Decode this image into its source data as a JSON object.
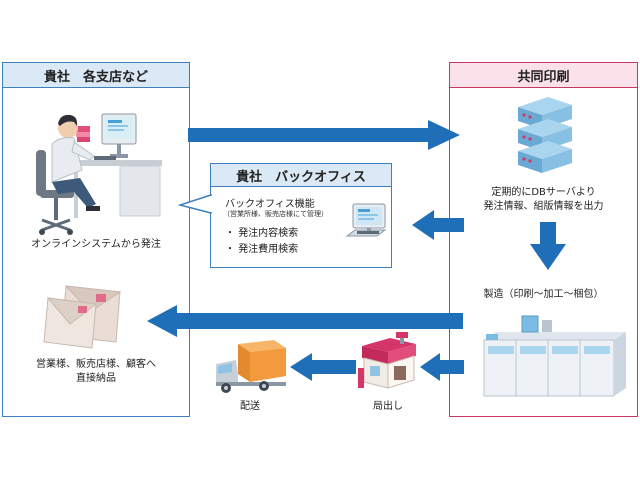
{
  "left_panel": {
    "title": "貴社　各支店など"
  },
  "right_panel": {
    "title": "共同印刷"
  },
  "back_office": {
    "title": "貴社　バックオフィス",
    "function_title": "バックオフィス機能",
    "function_note": "（営業所様、販売店様にて管理）",
    "bullets": [
      "発注内容検索",
      "発注費用検索"
    ]
  },
  "labels": {
    "online_order": "オンラインシステムから発注",
    "delivery_to": [
      "営業様、販売店様、顧客へ",
      "直接納品"
    ],
    "db_output": [
      "定期的にDBサーバより",
      "発注情報、組版情報を出力"
    ],
    "manufacturing": "製造（印刷～加工～梱包）",
    "shipping": "配送",
    "post_office": "局出し"
  },
  "colors": {
    "left_border": "#3f7fbf",
    "left_header_bg": "#dbe8f5",
    "right_border": "#c9385e",
    "right_header_bg": "#fbe1ea",
    "arrow": "#1e6fb8"
  }
}
